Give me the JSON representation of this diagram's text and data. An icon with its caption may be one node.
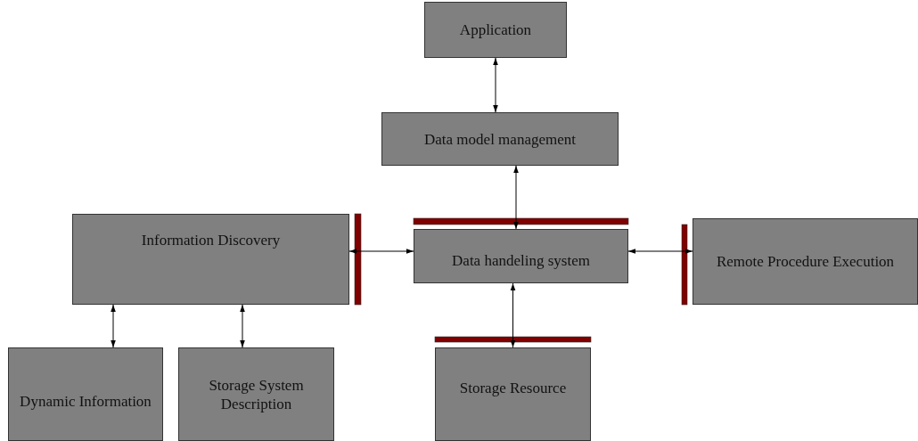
{
  "diagram": {
    "nodes": [
      {
        "text": [
          "Application"
        ]
      },
      {
        "text": [
          "Data model management"
        ]
      },
      {
        "text": [
          "Information Discovery"
        ]
      },
      {
        "text": [
          "Data handeling system"
        ]
      },
      {
        "text": [
          "Remote Procedure Execution"
        ]
      },
      {
        "text": [
          "Dynamic Information"
        ]
      },
      {
        "text": [
          "Storage System Description"
        ]
      },
      {
        "text": [
          "Storage Resource"
        ]
      }
    ],
    "edges": [
      {
        "from": 0,
        "to": 1,
        "arrow": "both"
      },
      {
        "from": 1,
        "to": 3,
        "arrow": "both"
      },
      {
        "from": 2,
        "to": 3,
        "arrow": "both"
      },
      {
        "from": 4,
        "to": 3,
        "arrow": "both"
      },
      {
        "from": 3,
        "to": 7,
        "arrow": "both"
      },
      {
        "from": 2,
        "to": 5,
        "arrow": "both"
      },
      {
        "from": 2,
        "to": 6,
        "arrow": "both"
      }
    ]
  }
}
